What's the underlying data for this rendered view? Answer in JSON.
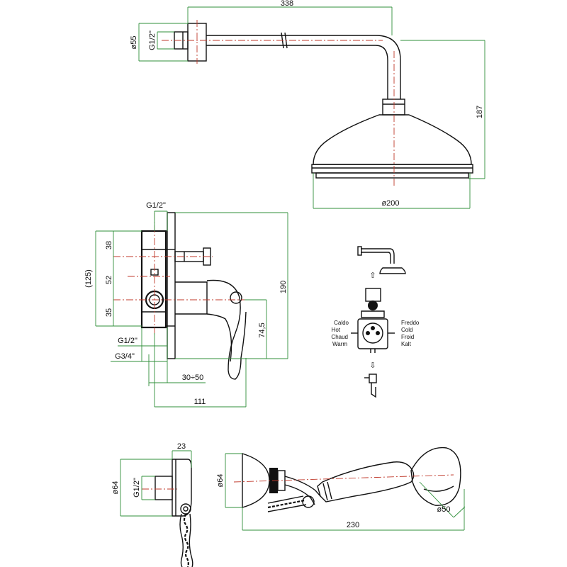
{
  "colors": {
    "dimension_line": "#2f8f3a",
    "center_line": "#c0392b",
    "outline": "#111111"
  },
  "shower_arm": {
    "dim_length": "338",
    "dim_flange": "ø55",
    "dim_thread": "G1/2\"",
    "dim_height": "187",
    "dim_head": "ø200"
  },
  "mixer": {
    "dim_thread_top": "G1/2\"",
    "dim_upper": "38",
    "dim_middle": "52",
    "dim_lower": "35",
    "dim_total_bracket": "(125)",
    "dim_plate_height": "190",
    "dim_lever": "74,5",
    "dim_thread_mid": "G1/2\"",
    "dim_thread_bottom": "G3/4\"",
    "dim_depth_range": "30÷50",
    "dim_width": "111"
  },
  "flow_diagram": {
    "hot_labels": [
      "Caldo",
      "Hot",
      "Chaud",
      "Warm"
    ],
    "cold_labels": [
      "Freddo",
      "Cold",
      "Froid",
      "Kalt"
    ],
    "arrow_up": "⇧",
    "arrow_down": "⇩"
  },
  "wall_outlet": {
    "dim_depth": "23",
    "dim_diameter": "ø64",
    "dim_thread": "G1/2\""
  },
  "hand_shower": {
    "dim_holder": "ø64",
    "dim_length": "230",
    "dim_head": "ø50"
  }
}
